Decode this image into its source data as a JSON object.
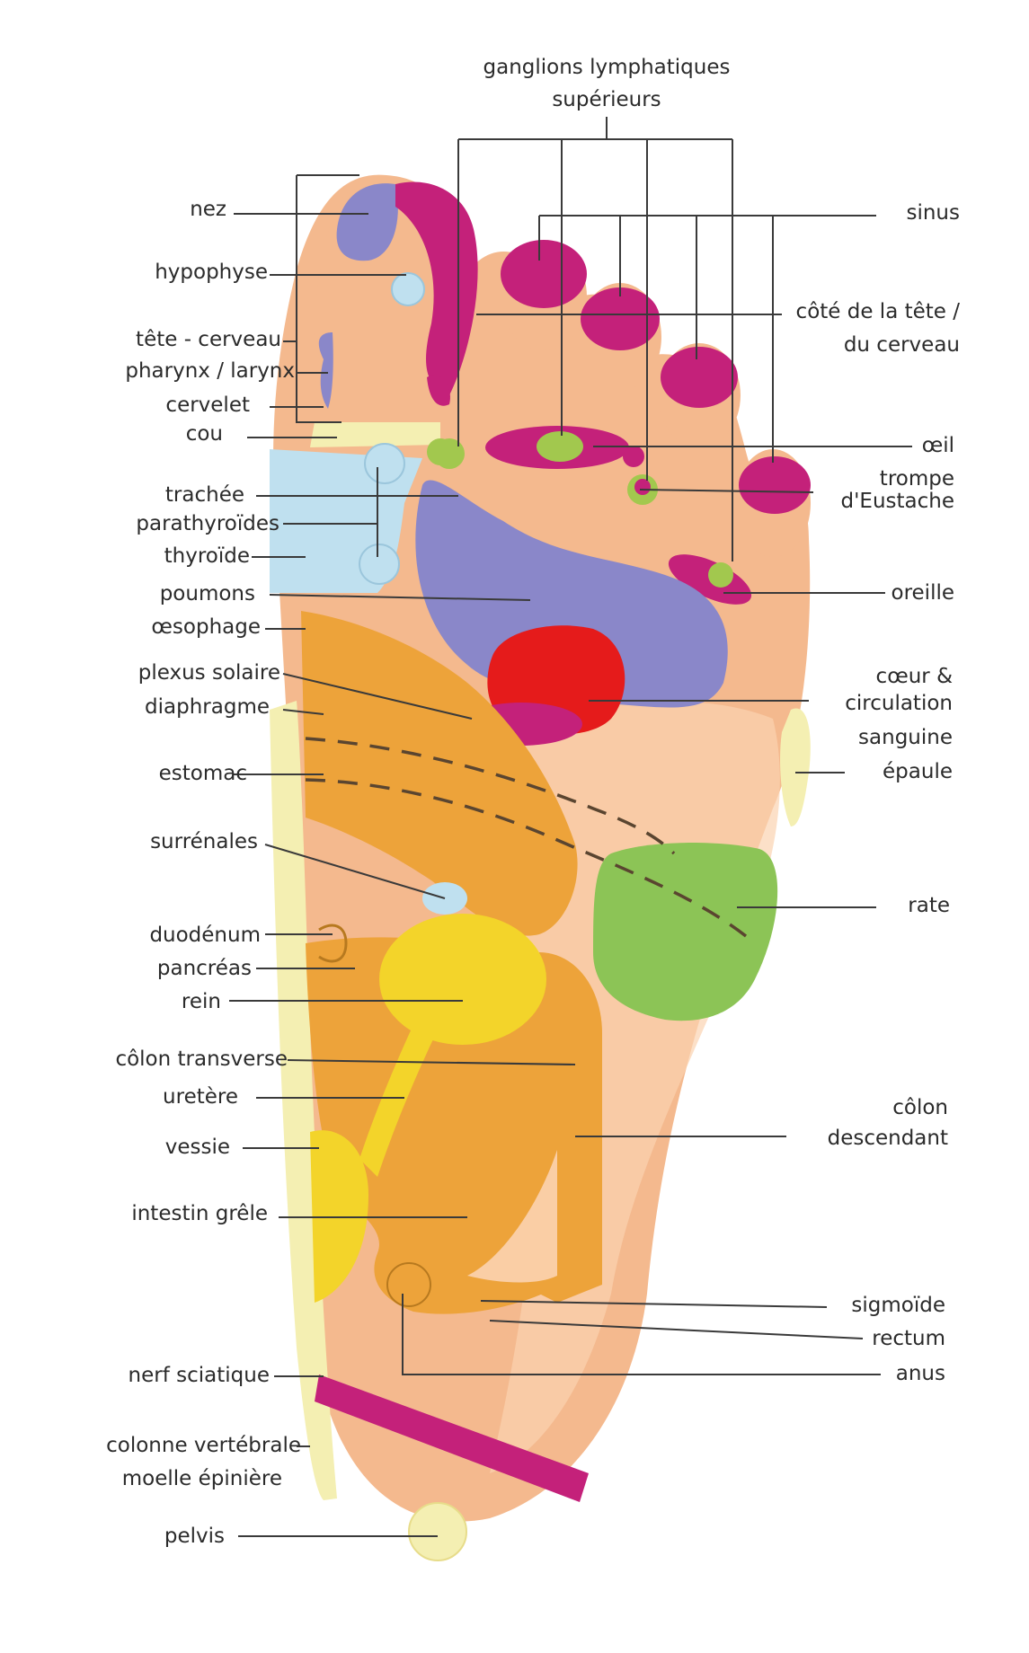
{
  "colors": {
    "skin": "#f4b98e",
    "skin_light": "#fbd3b1",
    "orange_organs": "#eda33a",
    "magenta": "#c4217a",
    "lavender": "#8a87c9",
    "light_blue": "#bfe0ef",
    "red": "#e51b1b",
    "green": "#8cc456",
    "yellow": "#f3d42a",
    "cream": "#f4efb2",
    "lime": "#a2c84e"
  },
  "labels": {
    "ganglions_1": "ganglions lymphatiques",
    "ganglions_2": "supérieurs",
    "nez": "nez",
    "hypophyse": "hypophyse",
    "tete_cerveau": "tête - cerveau",
    "pharynx": "pharynx / larynx",
    "cervelet": "cervelet",
    "cou": "cou",
    "trachee": "trachée",
    "parathyroides": "parathyroïdes",
    "thyroide": "thyroïde",
    "poumons": "poumons",
    "oesophage": "œsophage",
    "plexus": "plexus solaire",
    "diaphragme": "diaphragme",
    "estomac": "estomac",
    "surrenales": "surrénales",
    "duodenum": "duodénum",
    "pancreas": "pancréas",
    "rein": "rein",
    "colon_transverse": "côlon transverse",
    "uretere": "uretère",
    "vessie": "vessie",
    "intestin": "intestin grêle",
    "nerf": "nerf sciatique",
    "colonne": "colonne vertébrale",
    "moelle": "moelle épinière",
    "pelvis": "pelvis",
    "sinus": "sinus",
    "cote_1": "côté de la tête /",
    "cote_2": "du cerveau",
    "oeil": "œil",
    "trompe_1": "trompe",
    "trompe_2": "d'Eustache",
    "oreille": "oreille",
    "coeur_1": "cœur &",
    "coeur_2": "circulation",
    "coeur_3": "sanguine",
    "epaule": "épaule",
    "rate": "rate",
    "colon_desc_1": "côlon",
    "colon_desc_2": "descendant",
    "sigmoide": "sigmoïde",
    "rectum": "rectum",
    "anus": "anus"
  }
}
